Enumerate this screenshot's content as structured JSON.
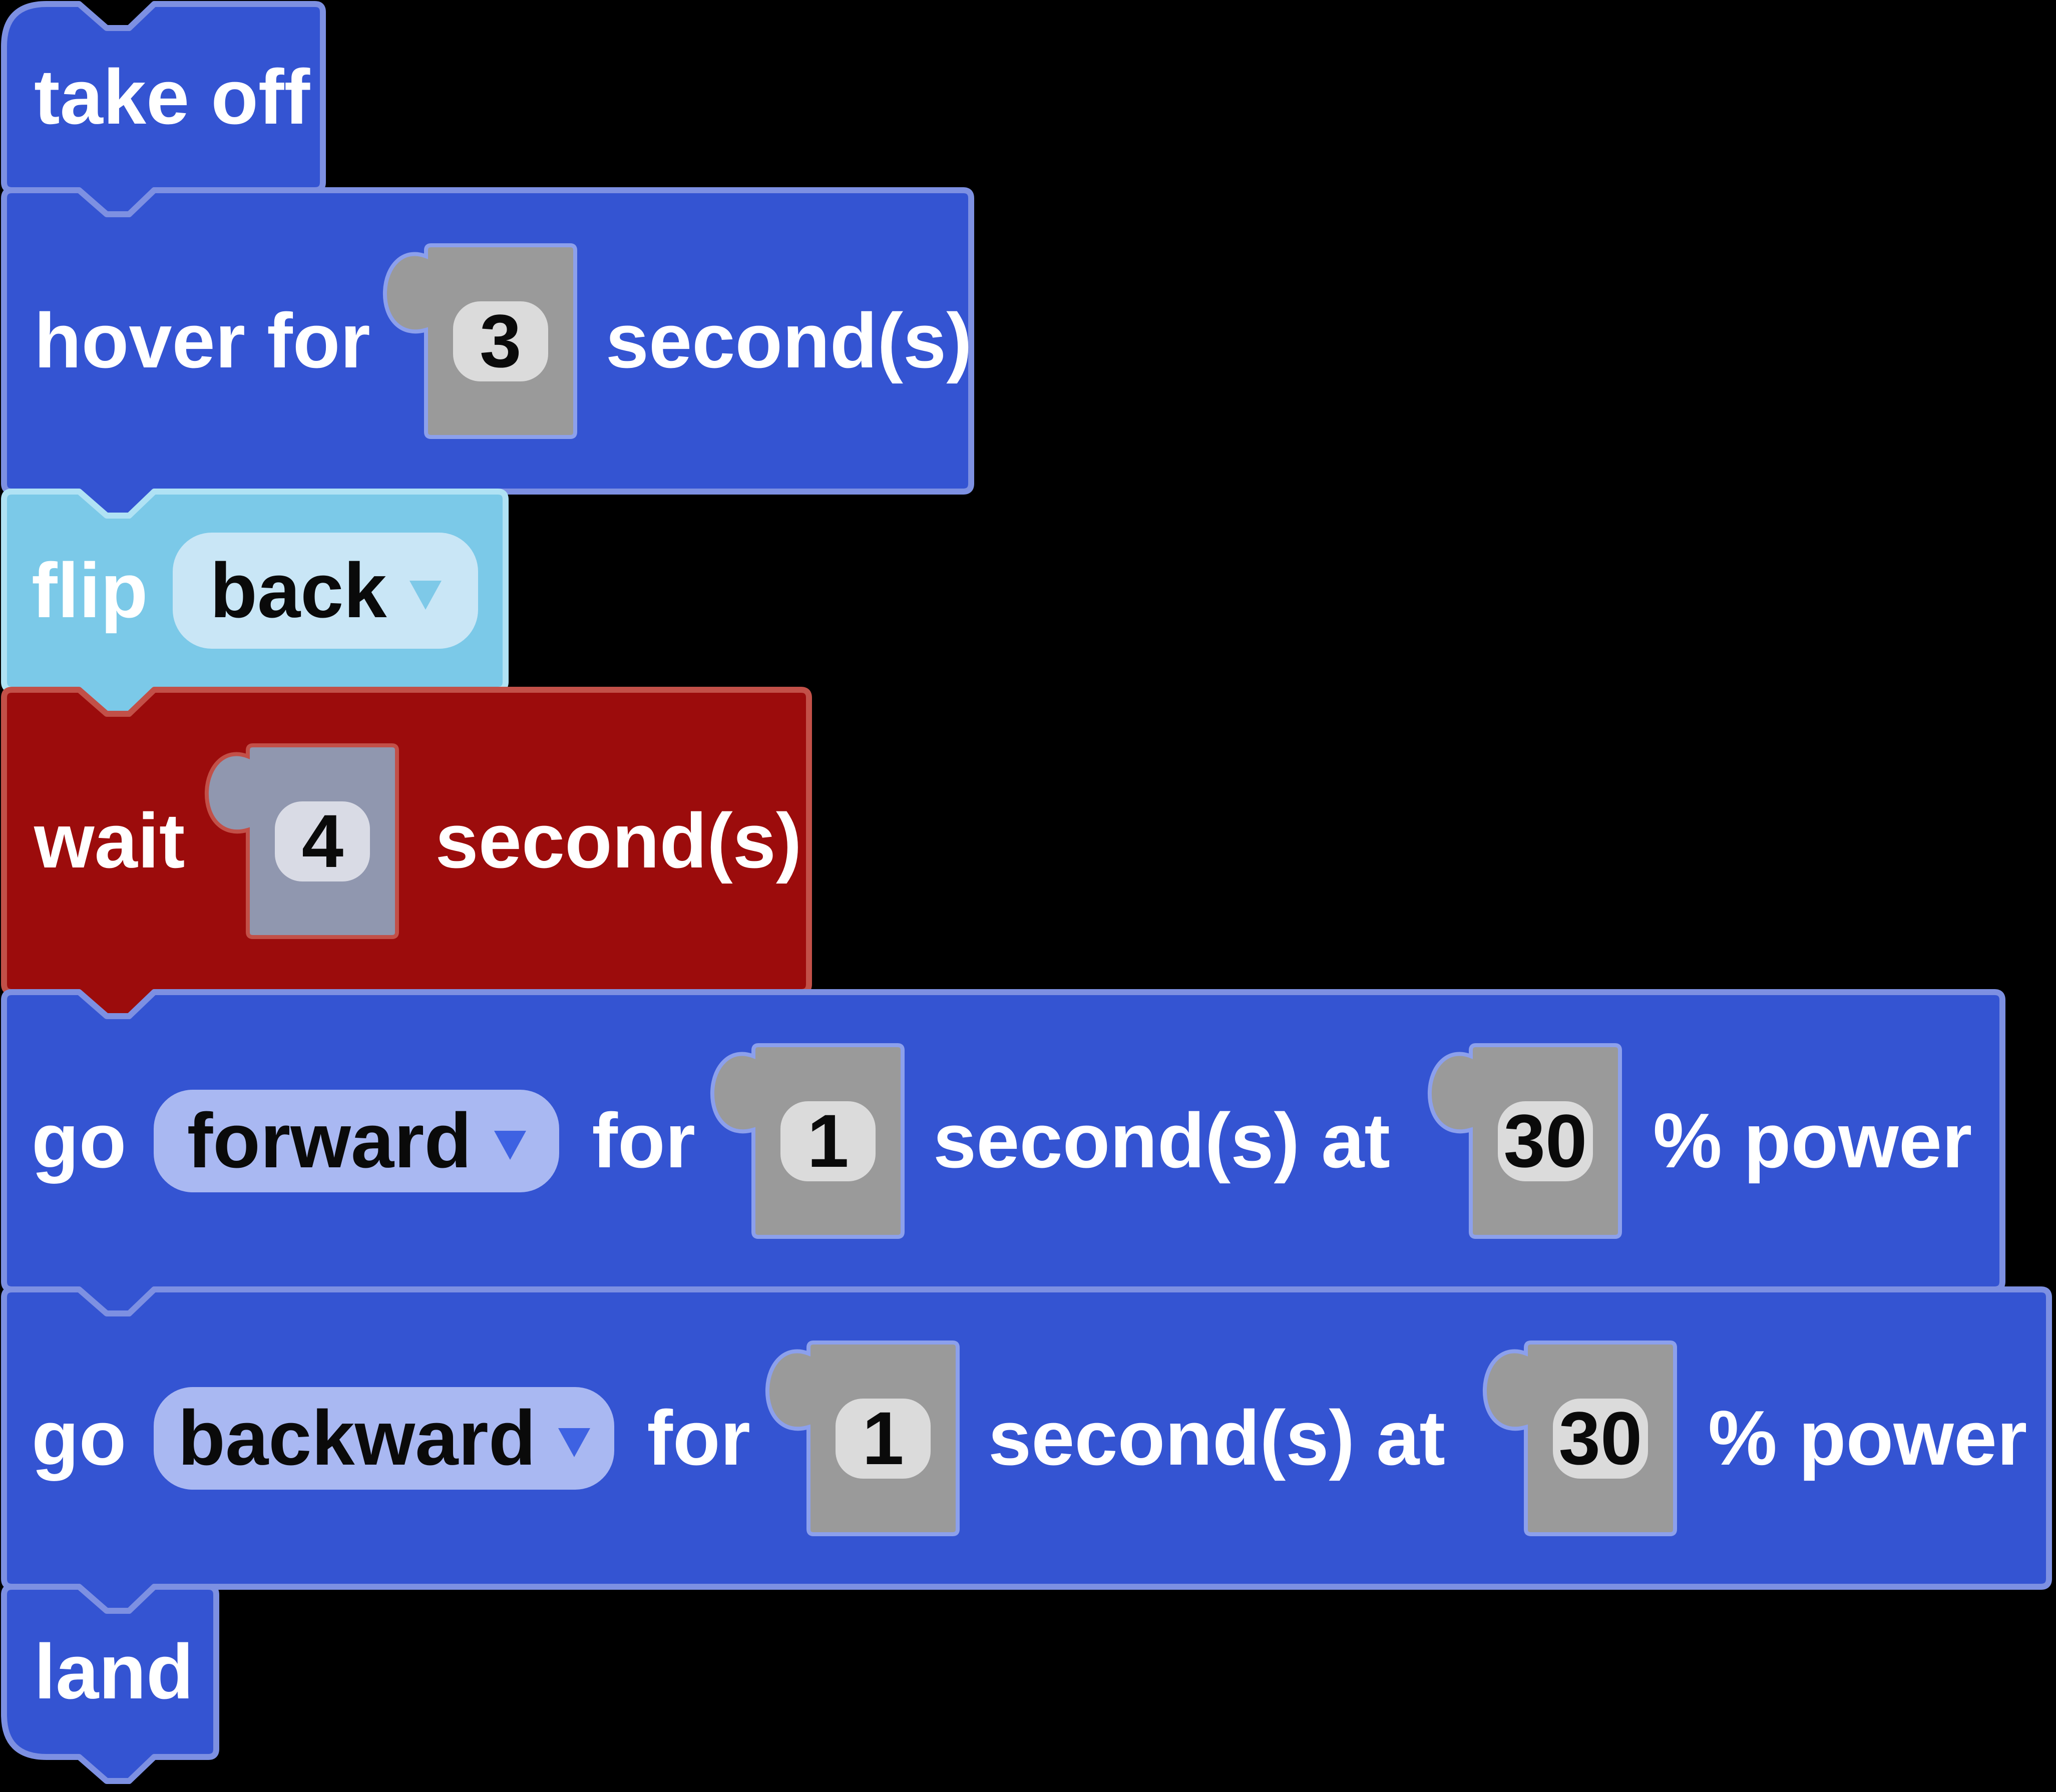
{
  "palette": {
    "block_blue": "#3454d2",
    "block_blue_border": "#7d90e2",
    "block_cyan": "#7bc9e8",
    "block_cyan_border": "#b0e2f4",
    "block_red": "#9c0c0c",
    "block_red_border": "#c25048",
    "number_input_gray": "#9a9a9a",
    "number_input_slate": "#9097af",
    "number_pill_gray": "#dbdbdb",
    "number_pill_lavender": "#d9dbe5",
    "dropdown_pill_cyan": "#c9e6f6",
    "dropdown_pill_blue": "#a9b8f2",
    "dropdown_arrow_cyan": "#7ec9e8",
    "dropdown_arrow_blue": "#3e62e2",
    "label_text": "#ffffff",
    "value_text": "#0a0a0a"
  },
  "blocks": [
    {
      "id": "take-off",
      "label": "take off"
    },
    {
      "id": "hover",
      "label_prefix": "hover for",
      "value": "3",
      "label_suffix": "second(s)"
    },
    {
      "id": "flip",
      "label": "flip",
      "dropdown_value": "back"
    },
    {
      "id": "wait",
      "label_prefix": "wait",
      "value": "4",
      "label_suffix": "second(s)"
    },
    {
      "id": "go-forward",
      "verb": "go",
      "direction": "forward",
      "for_label": "for",
      "duration": "1",
      "at_label": "second(s) at",
      "power": "30",
      "power_label": "% power"
    },
    {
      "id": "go-backward",
      "verb": "go",
      "direction": "backward",
      "for_label": "for",
      "duration": "1",
      "at_label": "second(s) at",
      "power": "30",
      "power_label": "% power"
    },
    {
      "id": "land",
      "label": "land"
    }
  ]
}
